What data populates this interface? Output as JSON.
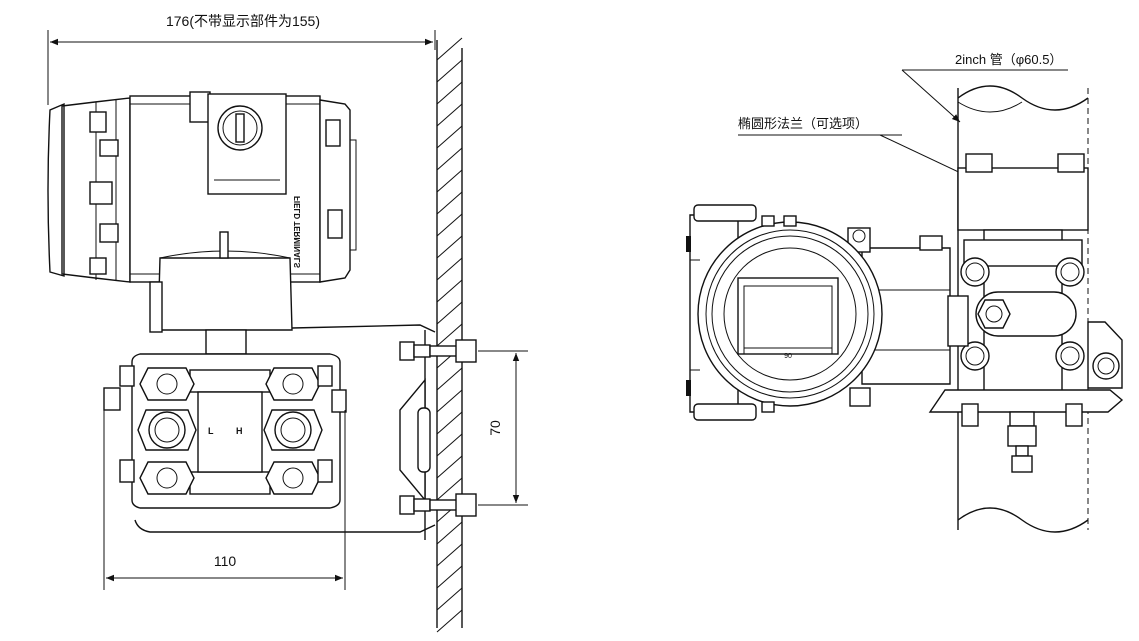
{
  "labels": {
    "overall_width": "176(不带显示部件为155)",
    "pipe_size": "2inch 管（φ60.5）",
    "flange_note": "椭圆形法兰（可选项）",
    "bolt_spacing": "70",
    "mount_width": "110",
    "port_low": "L",
    "port_high": "H",
    "display_scale": "90"
  },
  "logos": {
    "nameplate_text": "FIELD TERMINALS"
  }
}
